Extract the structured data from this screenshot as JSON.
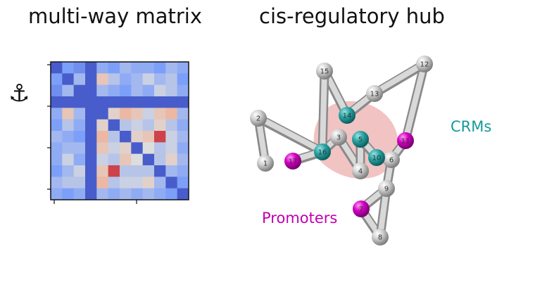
{
  "titles": {
    "matrix": "multi-way matrix",
    "hub": "cis-regulatory hub"
  },
  "anchor_icon": {
    "icon": "anchor-icon",
    "glyph": "⚓"
  },
  "labels": {
    "crms": "CRMs",
    "promoters": "Promoters"
  },
  "colors": {
    "crm": "#1f9e9e",
    "promoter": "#cc00bb",
    "default_node": "#c8c8c8",
    "hub_blob": "#e07a7a",
    "crm_text": "#169a9c",
    "promoter_text": "#c000b0"
  },
  "matrix": {
    "size": 12,
    "anchor_index": 3,
    "cells": [
      [
        0.0,
        0.25,
        0.2,
        0.05,
        0.3,
        0.25,
        0.35,
        0.3,
        0.3,
        0.25,
        0.35,
        0.3
      ],
      [
        0.25,
        0.0,
        0.35,
        0.05,
        0.6,
        0.4,
        0.3,
        0.35,
        0.45,
        0.35,
        0.4,
        0.25
      ],
      [
        0.2,
        0.35,
        0.0,
        0.05,
        0.35,
        0.3,
        0.25,
        0.35,
        0.3,
        0.45,
        0.4,
        0.3
      ],
      [
        0.05,
        0.05,
        0.05,
        0.05,
        0.05,
        0.05,
        0.05,
        0.05,
        0.05,
        0.05,
        0.05,
        0.05
      ],
      [
        0.3,
        0.6,
        0.35,
        0.05,
        0.0,
        0.55,
        0.65,
        0.6,
        0.45,
        0.6,
        0.65,
        0.35
      ],
      [
        0.25,
        0.4,
        0.3,
        0.05,
        0.55,
        0.0,
        0.4,
        0.45,
        0.4,
        0.55,
        0.4,
        0.3
      ],
      [
        0.35,
        0.3,
        0.25,
        0.05,
        0.65,
        0.4,
        0.0,
        0.55,
        0.6,
        0.9,
        0.45,
        0.35
      ],
      [
        0.3,
        0.35,
        0.35,
        0.05,
        0.6,
        0.45,
        0.55,
        0.0,
        0.5,
        0.4,
        0.45,
        0.3
      ],
      [
        0.3,
        0.45,
        0.3,
        0.05,
        0.45,
        0.4,
        0.6,
        0.5,
        0.0,
        0.4,
        0.55,
        0.35
      ],
      [
        0.25,
        0.35,
        0.45,
        0.05,
        0.6,
        0.9,
        0.4,
        0.4,
        0.4,
        0.0,
        0.35,
        0.3
      ],
      [
        0.35,
        0.4,
        0.4,
        0.05,
        0.65,
        0.4,
        0.45,
        0.45,
        0.55,
        0.35,
        0.0,
        0.25
      ],
      [
        0.3,
        0.25,
        0.3,
        0.05,
        0.35,
        0.3,
        0.35,
        0.3,
        0.35,
        0.3,
        0.25,
        0.0
      ]
    ]
  },
  "hub_nodes": [
    {
      "id": "1",
      "type": "default"
    },
    {
      "id": "2",
      "type": "default"
    },
    {
      "id": "3",
      "type": "default"
    },
    {
      "id": "4",
      "type": "default"
    },
    {
      "id": "5",
      "type": "crm"
    },
    {
      "id": "6",
      "type": "default"
    },
    {
      "id": "7",
      "type": "promoter"
    },
    {
      "id": "8",
      "type": "default"
    },
    {
      "id": "9",
      "type": "default"
    },
    {
      "id": "10",
      "type": "crm"
    },
    {
      "id": "11",
      "type": "promoter"
    },
    {
      "id": "12",
      "type": "default"
    },
    {
      "id": "13",
      "type": "default"
    },
    {
      "id": "14",
      "type": "crm"
    },
    {
      "id": "15",
      "type": "default"
    },
    {
      "id": "16",
      "type": "crm"
    },
    {
      "id": "17",
      "type": "promoter"
    }
  ]
}
